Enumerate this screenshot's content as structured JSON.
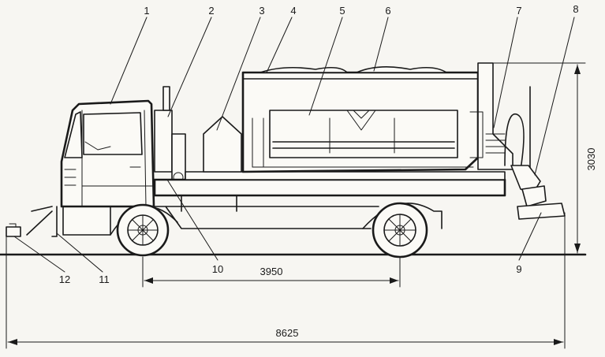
{
  "callouts": [
    "1",
    "2",
    "3",
    "4",
    "5",
    "6",
    "7",
    "8",
    "9",
    "10",
    "11",
    "12"
  ],
  "dimensions": {
    "wheelbase": "3950",
    "overall_length": "8625",
    "overall_height": "3030"
  },
  "colors": {
    "ink": "#1a1a1a",
    "paper": "#f7f6f2"
  }
}
